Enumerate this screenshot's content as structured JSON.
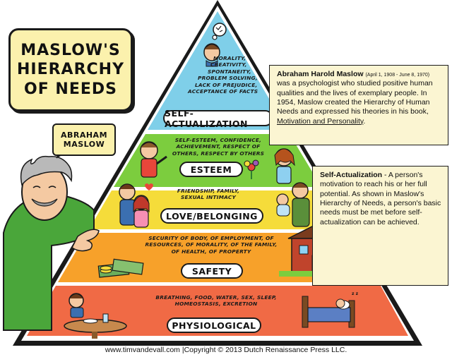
{
  "title": {
    "line1": "MASLOW'S",
    "line2": "HIERARCHY",
    "line3": "OF NEEDS"
  },
  "figure_label": {
    "line1": "ABRAHAM",
    "line2": "MASLOW"
  },
  "tiers": {
    "self_actualization": {
      "label": "SELF-ACTUALIZATION",
      "items": [
        "MORALITY,",
        "CREATIVITY,",
        "SPONTANEITY,",
        "PROBLEM SOLVING,",
        "LACK OF PREJUDICE,",
        "ACCEPTANCE OF FACTS"
      ],
      "color": "#7fcfe9"
    },
    "esteem": {
      "label": "ESTEEM",
      "items": [
        "SELF-ESTEEM, CONFIDENCE,",
        "ACHIEVEMENT, RESPECT OF",
        "OTHERS, RESPECT BY OTHERS"
      ],
      "color": "#7ccd3e"
    },
    "love_belonging": {
      "label": "LOVE/BELONGING",
      "items": [
        "FRIENDSHIP, FAMILY,",
        "SEXUAL INTIMACY"
      ],
      "color": "#f5dc3a"
    },
    "safety": {
      "label": "SAFETY",
      "items": [
        "SECURITY OF BODY, OF EMPLOYMENT, OF",
        "RESOURCES, OF MORALITY, OF THE FAMILY,",
        "OF HEALTH, OF PROPERTY"
      ],
      "color": "#f7a12a"
    },
    "physiological": {
      "label": "PHYSIOLOGICAL",
      "items": [
        "BREATHING, FOOD, WATER, SEX, SLEEP,",
        "HOMEOSTASIS, EXCRETION"
      ],
      "color": "#f06a45"
    }
  },
  "info_maslow": {
    "name": "Abraham Harold Maslow",
    "dates": "(April 1, 1908 - June 8, 1970)",
    "body": "was a psychologist who studied positive human qualities and the lives of exemplary people. In 1954, Maslow created the Hierarchy of Human Needs and expressed his theories in his book,",
    "book": "Motivation and Personality",
    "end": "."
  },
  "info_self": {
    "term": "Self-Actualization",
    "body": " - A person's motivation to reach his or her full potential. As shown in Maslow's Hierarchy of Needs, a person's basic needs must be met before self-actualization can be achieved."
  },
  "footer": "www.timvandevall.com |Copyright © 2013 Dutch Renaissance Press LLC.",
  "colors": {
    "panel": "#fbf1ad",
    "info_panel": "#fbf5d2",
    "outline": "#1a1a1a"
  }
}
